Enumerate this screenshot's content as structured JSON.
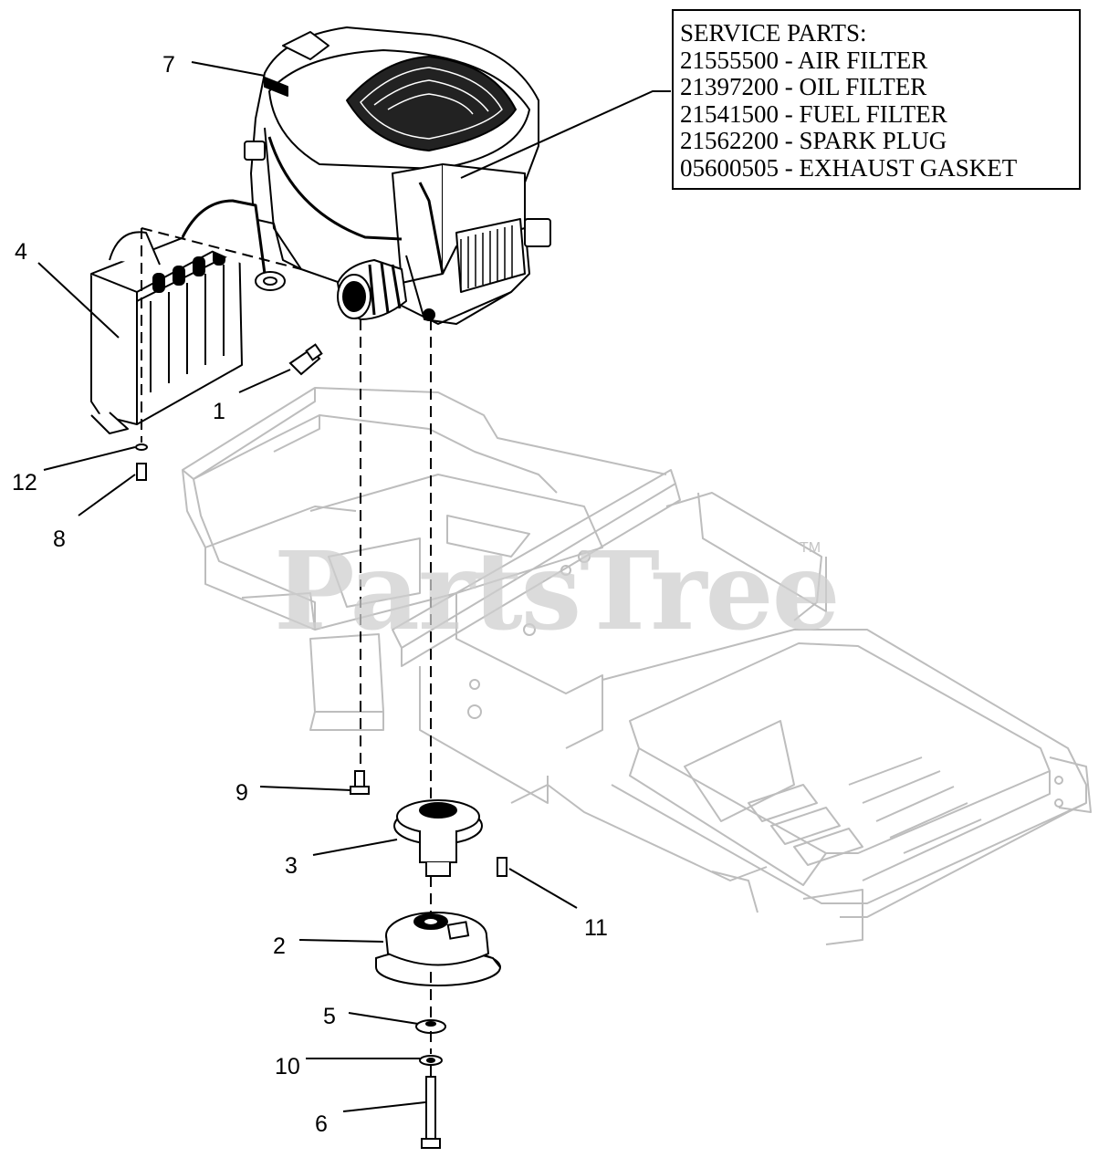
{
  "service_parts": {
    "heading": "SERVICE PARTS:",
    "items": [
      "21555500 - AIR FILTER",
      "21397200 - OIL FILTER",
      "21541500 - FUEL FILTER",
      "21562200 - SPARK PLUG",
      "05600505 - EXHAUST GASKET"
    ]
  },
  "callouts": {
    "c1": "1",
    "c2": "2",
    "c3": "3",
    "c4": "4",
    "c5": "5",
    "c6": "6",
    "c7": "7",
    "c8": "8",
    "c9": "9",
    "c10": "10",
    "c11": "11",
    "c12": "12"
  },
  "watermark": {
    "text": "PartsTree",
    "tm": "TM"
  }
}
